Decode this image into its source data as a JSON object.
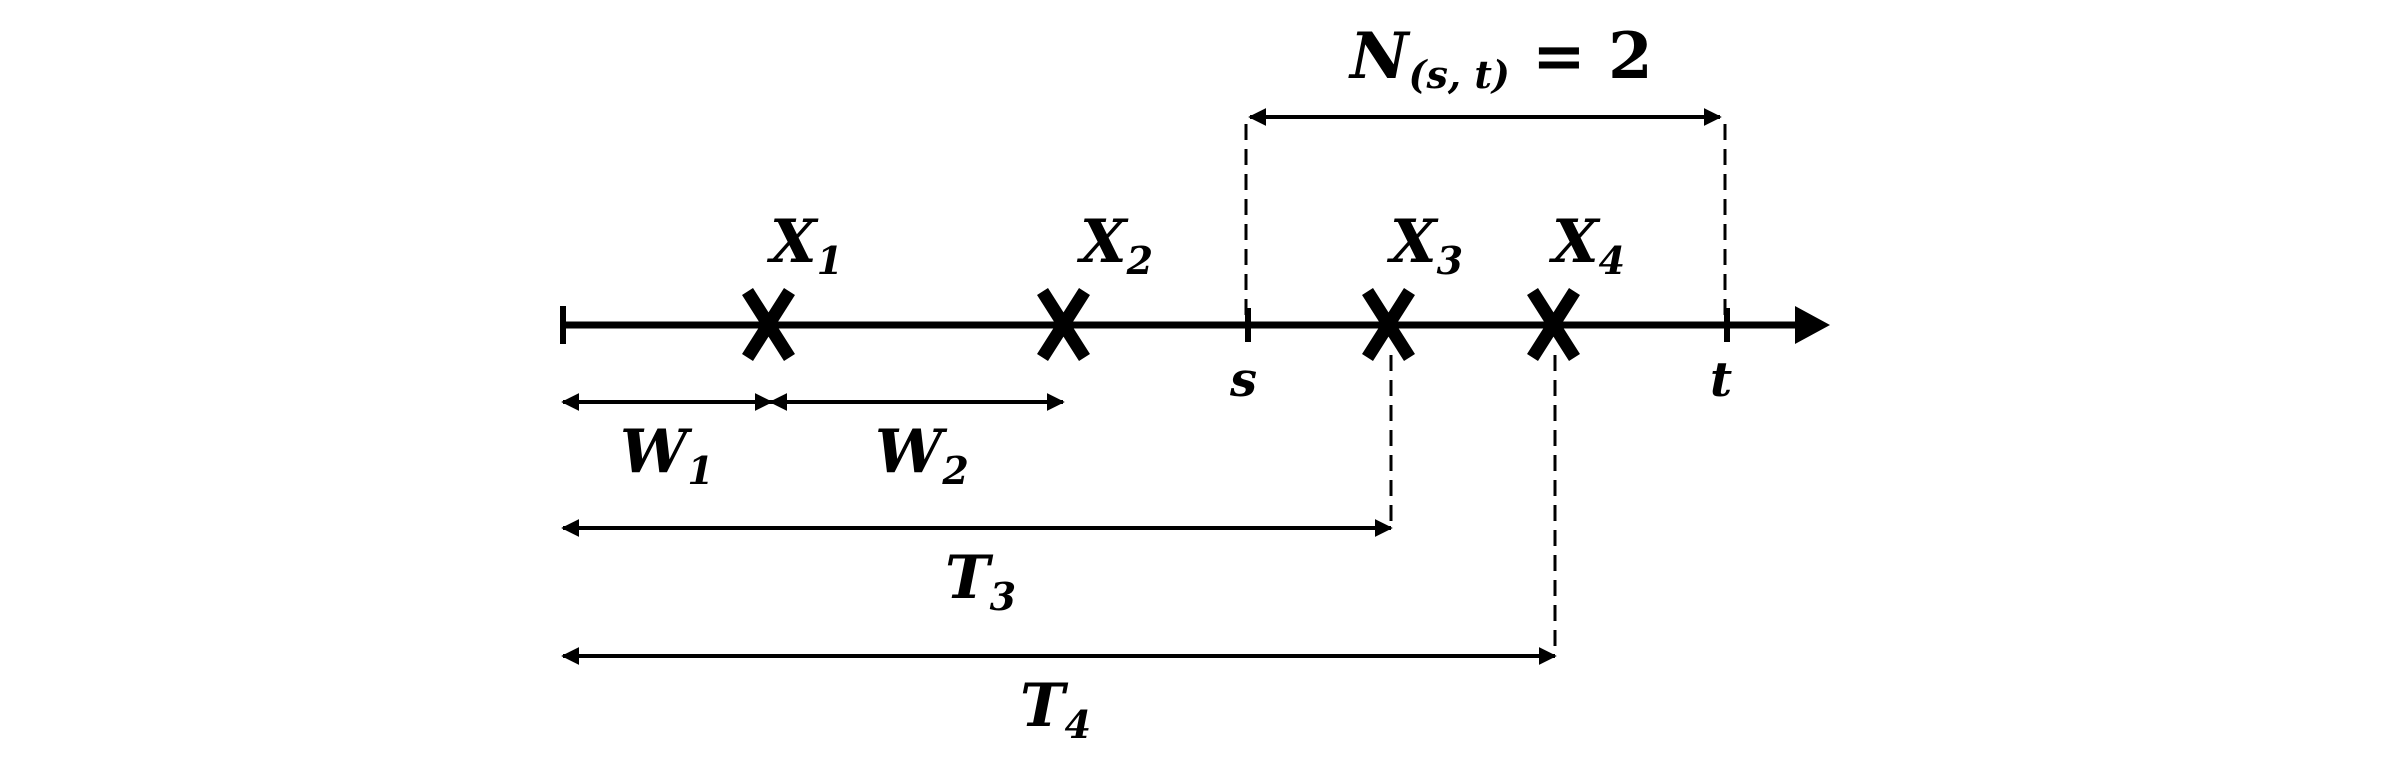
{
  "title": {
    "main": "N",
    "subscript": "(s, t)",
    "rest": " = 2"
  },
  "ticks": {
    "s": "s",
    "t": "t"
  },
  "events": [
    {
      "base": "X",
      "sub": "1"
    },
    {
      "base": "X",
      "sub": "2"
    },
    {
      "base": "X",
      "sub": "3"
    },
    {
      "base": "X",
      "sub": "4"
    }
  ],
  "waiting_times": [
    {
      "base": "W",
      "sub": "1"
    },
    {
      "base": "W",
      "sub": "2"
    }
  ],
  "arrival_times": [
    {
      "base": "T",
      "sub": "3"
    },
    {
      "base": "T",
      "sub": "4"
    }
  ]
}
